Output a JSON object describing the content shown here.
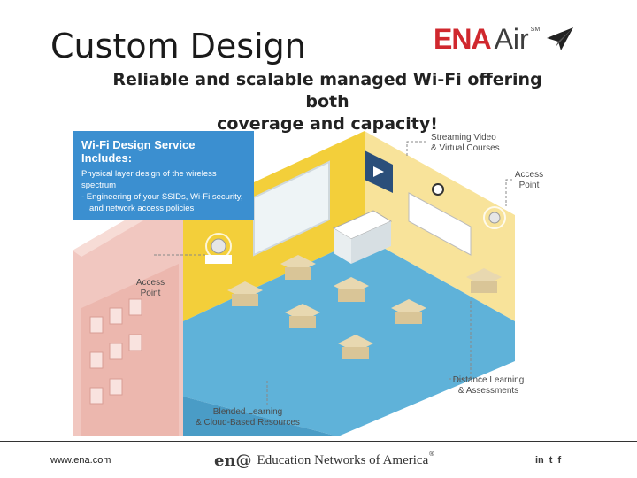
{
  "slide": {
    "title": "Custom Design",
    "subtitle_line1": "Reliable and scalable managed Wi-Fi offering both",
    "subtitle_line2": "coverage and capacity!"
  },
  "logo": {
    "ena": "ENA",
    "air": "Air",
    "sm": "SM",
    "icon": "paper-plane-icon"
  },
  "info_box": {
    "title": "Wi-Fi Design Service Includes:",
    "line1": "Physical layer design of the wireless spectrum",
    "line2": "- Engineering of your SSIDs, Wi-Fi security,",
    "line3": "and network access policies"
  },
  "labels": {
    "streaming_1": "Streaming Video",
    "streaming_2": "& Virtual Courses",
    "access_right_1": "Access",
    "access_right_2": "Point",
    "access_left_1": "Access",
    "access_left_2": "Point",
    "distance_1": "Distance Learning",
    "distance_2": "& Assessments",
    "blended_1": "Blended Learning",
    "blended_2": "& Cloud-Based Resources"
  },
  "footer": {
    "url": "www.ena.com",
    "ena_mark": "en@",
    "org": "Education Networks of America",
    "reg": "®",
    "social": {
      "linkedin": "in",
      "twitter": "t",
      "facebook": "f"
    }
  },
  "colors": {
    "brand_red": "#d0282e",
    "info_blue": "#3b8fd0",
    "wall_yellow": "#f3cf3a",
    "floor_blue": "#5fb2d9",
    "building_pink": "#f1c7c0"
  }
}
